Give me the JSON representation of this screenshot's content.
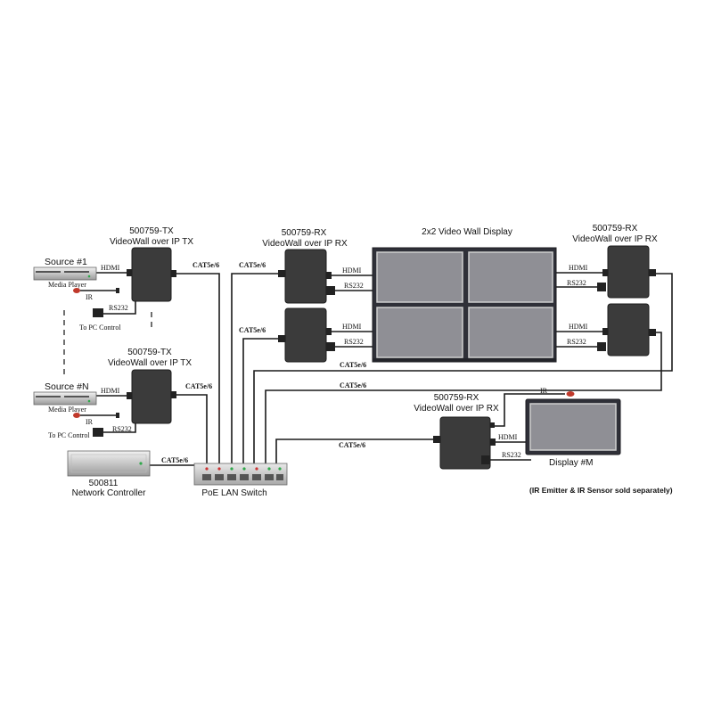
{
  "tx1": {
    "model": "500759-TX",
    "desc": "VideoWall over IP TX"
  },
  "txN": {
    "model": "500759-TX",
    "desc": "VideoWall over IP TX"
  },
  "rx_top": {
    "model": "500759-RX",
    "desc": "VideoWall over IP RX"
  },
  "rx_right": {
    "model": "500759-RX",
    "desc": "VideoWall over IP RX"
  },
  "rx_m": {
    "model": "500759-RX",
    "desc": "VideoWall over IP RX"
  },
  "source1": {
    "title": "Source #1",
    "device": "Media Player"
  },
  "sourceN": {
    "title": "Source #N",
    "device": "Media Player"
  },
  "wall": {
    "title": "2x2 Video Wall Display"
  },
  "display_m": {
    "title": "Display #M"
  },
  "controller": {
    "model": "500811",
    "desc": "Network Controller"
  },
  "switch": {
    "title": "PoE LAN Switch"
  },
  "signals": {
    "hdmi": "HDMI",
    "rs232": "RS232",
    "ir": "IR",
    "cat": "CAT5e/6",
    "pc_control": "To PC Control"
  },
  "note": "(IR Emitter & IR Sensor sold separately)",
  "colors": {
    "device_body": "#3b3b3b",
    "screen": "#8f8f95",
    "port_green": "#2fa84a",
    "port_red": "#cc3333",
    "ir_emitter": "#c0392b"
  }
}
